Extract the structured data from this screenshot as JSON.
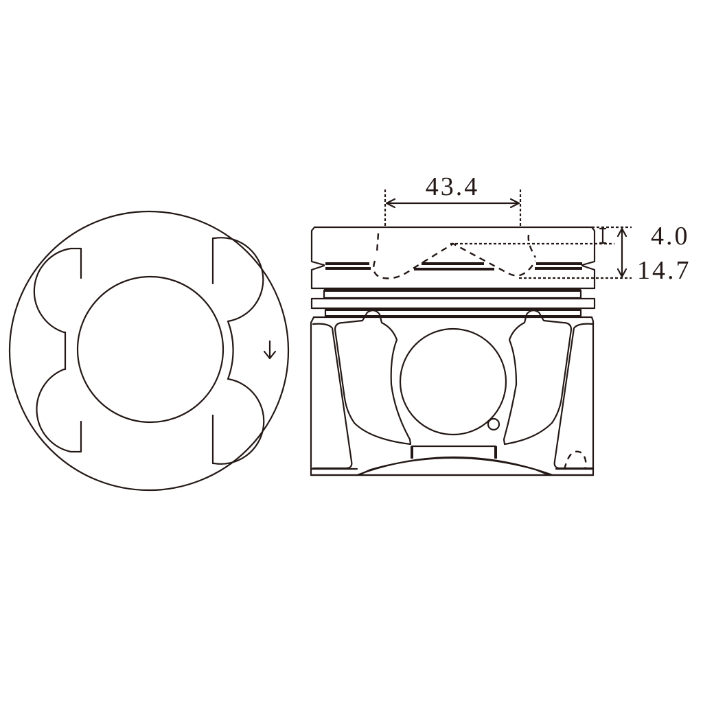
{
  "diagram": {
    "type": "technical-drawing",
    "subject": "piston",
    "views": [
      {
        "id": "top-view",
        "description": "top view of piston crown with valve pockets, combustion bowl and direction arrow"
      },
      {
        "id": "side-view",
        "description": "side elevation of piston showing ring grooves, pin boss and hidden combustion bowl"
      }
    ],
    "line_color": "#231815",
    "background": "#ffffff"
  },
  "dimensions": {
    "bowl_diameter": {
      "label": "43.4",
      "orientation": "horizontal"
    },
    "bowl_rim_offset": {
      "label": "4.0",
      "orientation": "vertical"
    },
    "bowl_depth": {
      "label": "14.7",
      "orientation": "vertical"
    }
  },
  "annotations": {
    "direction_arrow": {
      "symbol": "↓",
      "meaning": "mounting direction"
    }
  }
}
